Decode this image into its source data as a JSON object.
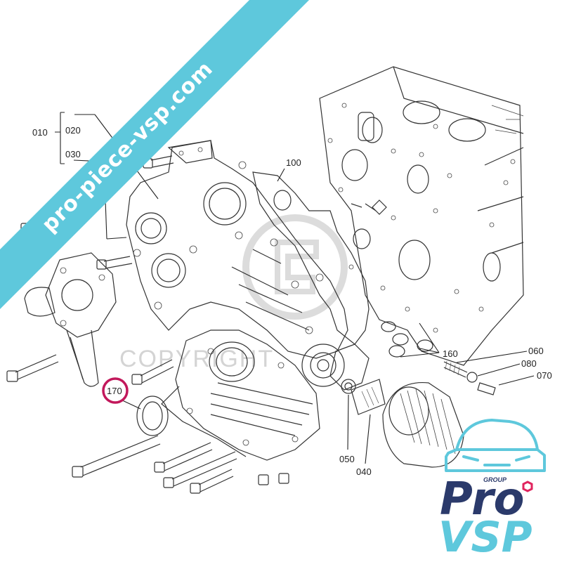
{
  "watermark": {
    "copyright_text": "COPYRIGHT"
  },
  "banner": {
    "text": "pro-piece-vsp.com",
    "color": "#5ec8dc"
  },
  "callouts": {
    "c010": "010",
    "c020": "020",
    "c030": "030",
    "c100": "100",
    "c160": "160",
    "c060": "060",
    "c080": "080",
    "c070": "070",
    "c170": "170",
    "c050": "050",
    "c040": "040"
  },
  "highlight": {
    "color": "#c2185b"
  },
  "logo": {
    "group_text": "GROUP",
    "pro_text": "Pro",
    "vsp_text": "VSP",
    "primary_color": "#2b3a6b",
    "accent_color": "#5ec8dc",
    "highlight_color": "#e0245e"
  }
}
